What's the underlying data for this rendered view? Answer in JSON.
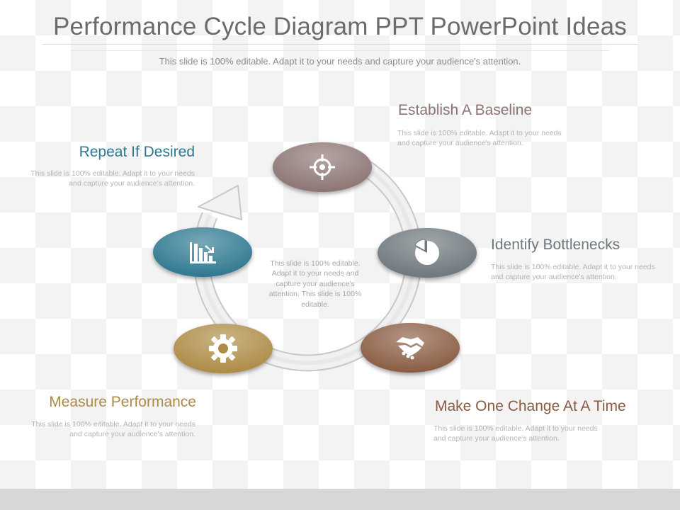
{
  "title": "Performance Cycle Diagram PPT PowerPoint Ideas",
  "subtitle": "This slide is 100% editable. Adapt it to your needs and capture your audience's attention.",
  "center_text": "This slide is 100% editable. Adapt it to your needs and capture your audience's attention. This slide is 100% editable.",
  "steps": [
    {
      "heading": "Establish A Baseline",
      "text": "This slide is 100% editable. Adapt it to your needs and capture your audience's attention.",
      "icon": "target-icon",
      "color": "#8b7473"
    },
    {
      "heading": "Identify Bottlenecks",
      "text": "This slide is 100% editable. Adapt it to your needs and capture your audience's attention.",
      "icon": "pie-chart-icon",
      "color": "#6d777c"
    },
    {
      "heading": "Make One Change At A Time",
      "text": "This slide is 100% editable. Adapt it to your needs and capture your audience's attention.",
      "icon": "handshake-icon",
      "color": "#8a5b43"
    },
    {
      "heading": "Measure Performance",
      "text": "This slide is 100% editable. Adapt it to your needs and capture your audience's attention.",
      "icon": "gear-icon",
      "color": "#ad8b45"
    },
    {
      "heading": "Repeat If Desired",
      "text": "This slide is 100% editable. Adapt it to your needs and capture your audience's attention.",
      "icon": "bar-chart-down-icon",
      "color": "#2e7890"
    }
  ]
}
